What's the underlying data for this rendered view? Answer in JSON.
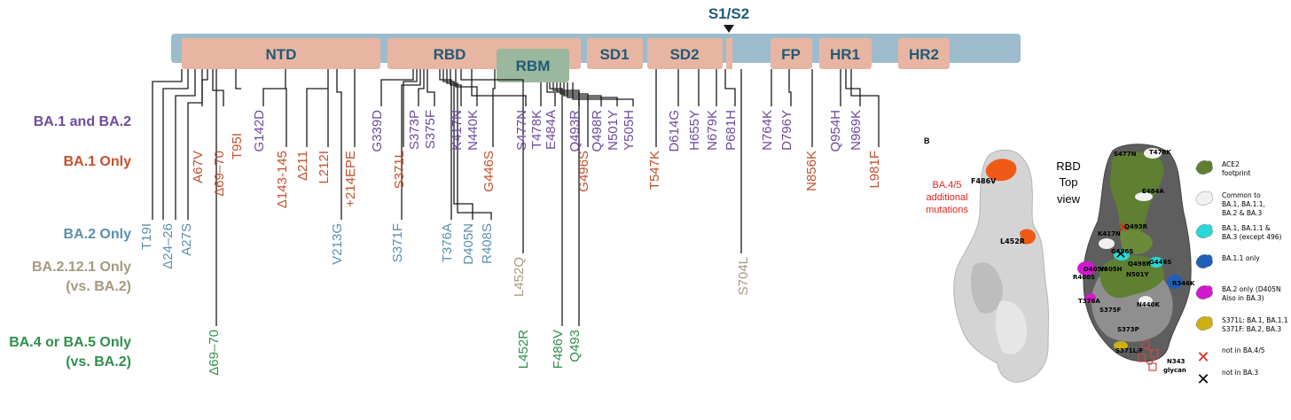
{
  "colors": {
    "bar": "#9dbccb",
    "domain_box": "#e8b5a3",
    "rbm_box": "#9ab89d",
    "domain_label": "#1f5b78",
    "line": "#1a1a1a",
    "ba1_ba2": "#6e4a9e",
    "ba1_only": "#c4502d",
    "ba2_only": "#5b8fae",
    "ba2121_only": "#a49a80",
    "ba45_only": "#2f8f4c",
    "red_note": "#e0241b"
  },
  "cleavage_label": "S1/S2",
  "domains": [
    "NTD",
    "RBD",
    "RBM",
    "SD1",
    "SD2",
    "FP",
    "HR1",
    "HR2"
  ],
  "row_labels": {
    "ba1_ba2": "BA.1 and BA.2",
    "ba1_only": "BA.1 Only",
    "ba2_only": "BA.2 Only",
    "ba2121_l1": "BA.2.12.1 Only",
    "ba2121_l2": "(vs. BA.2)",
    "ba45_l1": "BA.4 or BA.5 Only",
    "ba45_l2": "(vs. BA.2)"
  },
  "mutations": [
    "T19I",
    "Δ24–26",
    "A27S",
    "A67V",
    "Δ69–70",
    "T95I",
    "G142D",
    "Δ143-145",
    "Δ211",
    "L212I",
    "+214EPE",
    "V213G",
    "G339D",
    "S371L",
    "S371F",
    "S373P",
    "S375F",
    "T376A",
    "D405N",
    "R408S",
    "K417N",
    "N440K",
    "G446S",
    "S477N",
    "T478K",
    "E484A",
    "Q493R",
    "G496S",
    "Q498R",
    "N501Y",
    "Y505H",
    "T547K",
    "D614G",
    "H655Y",
    "N679K",
    "P681H",
    "N764K",
    "D796Y",
    "N856K",
    "Q954H",
    "N969K",
    "L981F",
    "L452Q",
    "S704L",
    "Δ69–70",
    "L452R",
    "F486V",
    "Q493"
  ],
  "panel_b": {
    "label": "B",
    "left_note_l1": "BA.4/5",
    "left_note_l2": "additional",
    "left_note_l3": "mutations",
    "left_residues": [
      "F486V",
      "L452R"
    ],
    "title_l1": "RBD",
    "title_l2": "Top",
    "title_l3": "view",
    "right_residues": [
      "S477N",
      "T478K",
      "E484A",
      "Q493R",
      "K417N",
      "G496S",
      "Y505H",
      "D405N",
      "Q498R",
      "R408S",
      "N501Y",
      "G446S",
      "R346K",
      "T376A",
      "N440K",
      "S375F",
      "S373P",
      "S371L/F",
      "N343",
      "glycan"
    ],
    "legend": [
      {
        "l1": "ACE2",
        "l2": "footprint",
        "l3": ""
      },
      {
        "l1": "Common to",
        "l2": "BA.1, BA.1.1,",
        "l3": "BA.2 & BA.3"
      },
      {
        "l1": "BA.1, BA.1.1 &",
        "l2": "BA.3 (except 496)",
        "l3": ""
      },
      {
        "l1": "BA.1.1 only",
        "l2": "",
        "l3": ""
      },
      {
        "l1": "BA.2 only  (D405N",
        "l2": "Also in BA.3)",
        "l3": ""
      },
      {
        "l1": "S371L: BA.1, BA.1.1",
        "l2": "S371F: BA.2, BA.3",
        "l3": ""
      },
      {
        "l1": "not in BA.4/5",
        "l2": "",
        "l3": ""
      },
      {
        "l1": "not in BA.3",
        "l2": "",
        "l3": ""
      }
    ]
  }
}
